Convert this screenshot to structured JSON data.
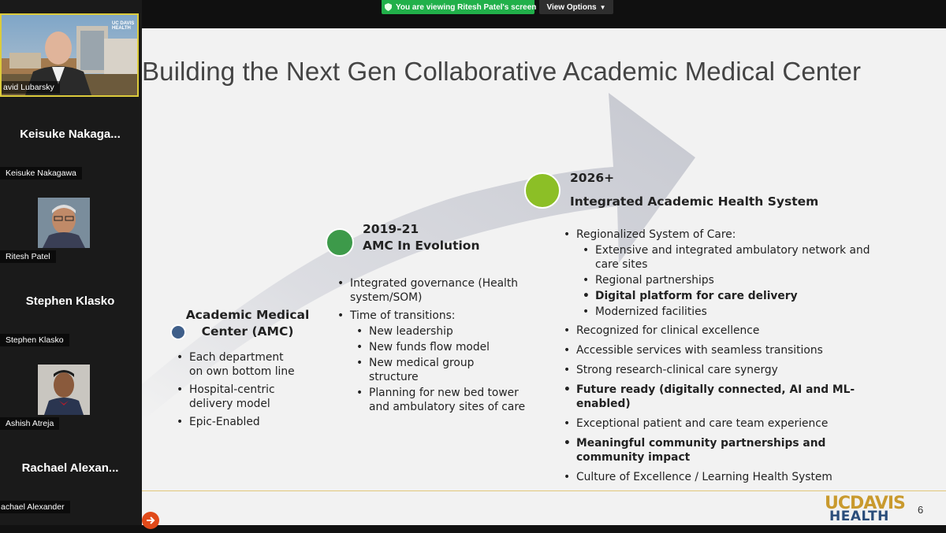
{
  "banner": {
    "sharing_text": "You are viewing Ritesh Patel's screen",
    "view_options_label": "View Options",
    "share_color": "#21b04a"
  },
  "gallery": [
    {
      "big_name": "",
      "small_name": "avid Lubarsky",
      "logo_text": "UC DAVIS HEALTH",
      "has_video": true,
      "active_speaker": true
    },
    {
      "big_name": "Keisuke  Nakaga...",
      "small_name": "Keisuke Nakagawa",
      "has_video": false
    },
    {
      "big_name": "",
      "small_name": "Ritesh Patel",
      "has_video": true
    },
    {
      "big_name": "Stephen Klasko",
      "small_name": "Stephen Klasko",
      "has_video": false
    },
    {
      "big_name": "",
      "small_name": "Ashish Atreja",
      "has_video": true
    },
    {
      "big_name": "Rachael  Alexan...",
      "small_name": "achael Alexander",
      "has_video": false
    }
  ],
  "slide": {
    "title": "Building the Next Gen Collaborative Academic Medical Center",
    "stages": [
      {
        "dot_color": "#3f5f8a",
        "title_line1": "Academic Medical",
        "title_line2": "Center (AMC)",
        "bullets": [
          {
            "text": "Each department on own bottom line"
          },
          {
            "text": "Hospital-centric delivery model"
          },
          {
            "text": "Epic-Enabled"
          }
        ]
      },
      {
        "dot_color": "#3d9a4a",
        "title_line1": "2019-21",
        "title_line2": "AMC In Evolution",
        "bullets": [
          {
            "text": "Integrated governance (Health system/SOM)"
          },
          {
            "text": "Time of transitions:",
            "sub": [
              "New leadership",
              "New funds flow model",
              "New medical group structure",
              "Planning for new bed tower and ambulatory sites of care"
            ]
          }
        ]
      },
      {
        "dot_color": "#8cbf26",
        "title_line1": "2026+",
        "title_line2": "Integrated Academic Health System",
        "bullets": [
          {
            "text": "Regionalized System of Care:",
            "sub": [
              "Extensive and integrated ambulatory network and care sites",
              "Regional partnerships",
              "Digital platform for care delivery",
              "Modernized facilities"
            ]
          },
          {
            "text": "Recognized for clinical excellence"
          },
          {
            "text": "Accessible services with seamless transitions"
          },
          {
            "text": "Strong research-clinical care synergy"
          },
          {
            "text": "Future ready (digitally connected, AI and ML-enabled)"
          },
          {
            "text": "Exceptional patient and care team experience"
          },
          {
            "text": "Meaningful community partnerships and community impact"
          },
          {
            "text": "Culture of Excellence / Learning Health System"
          }
        ]
      }
    ],
    "logo_top": "UCDAVIS",
    "logo_bottom": "HEALTH",
    "page_number": "6"
  }
}
